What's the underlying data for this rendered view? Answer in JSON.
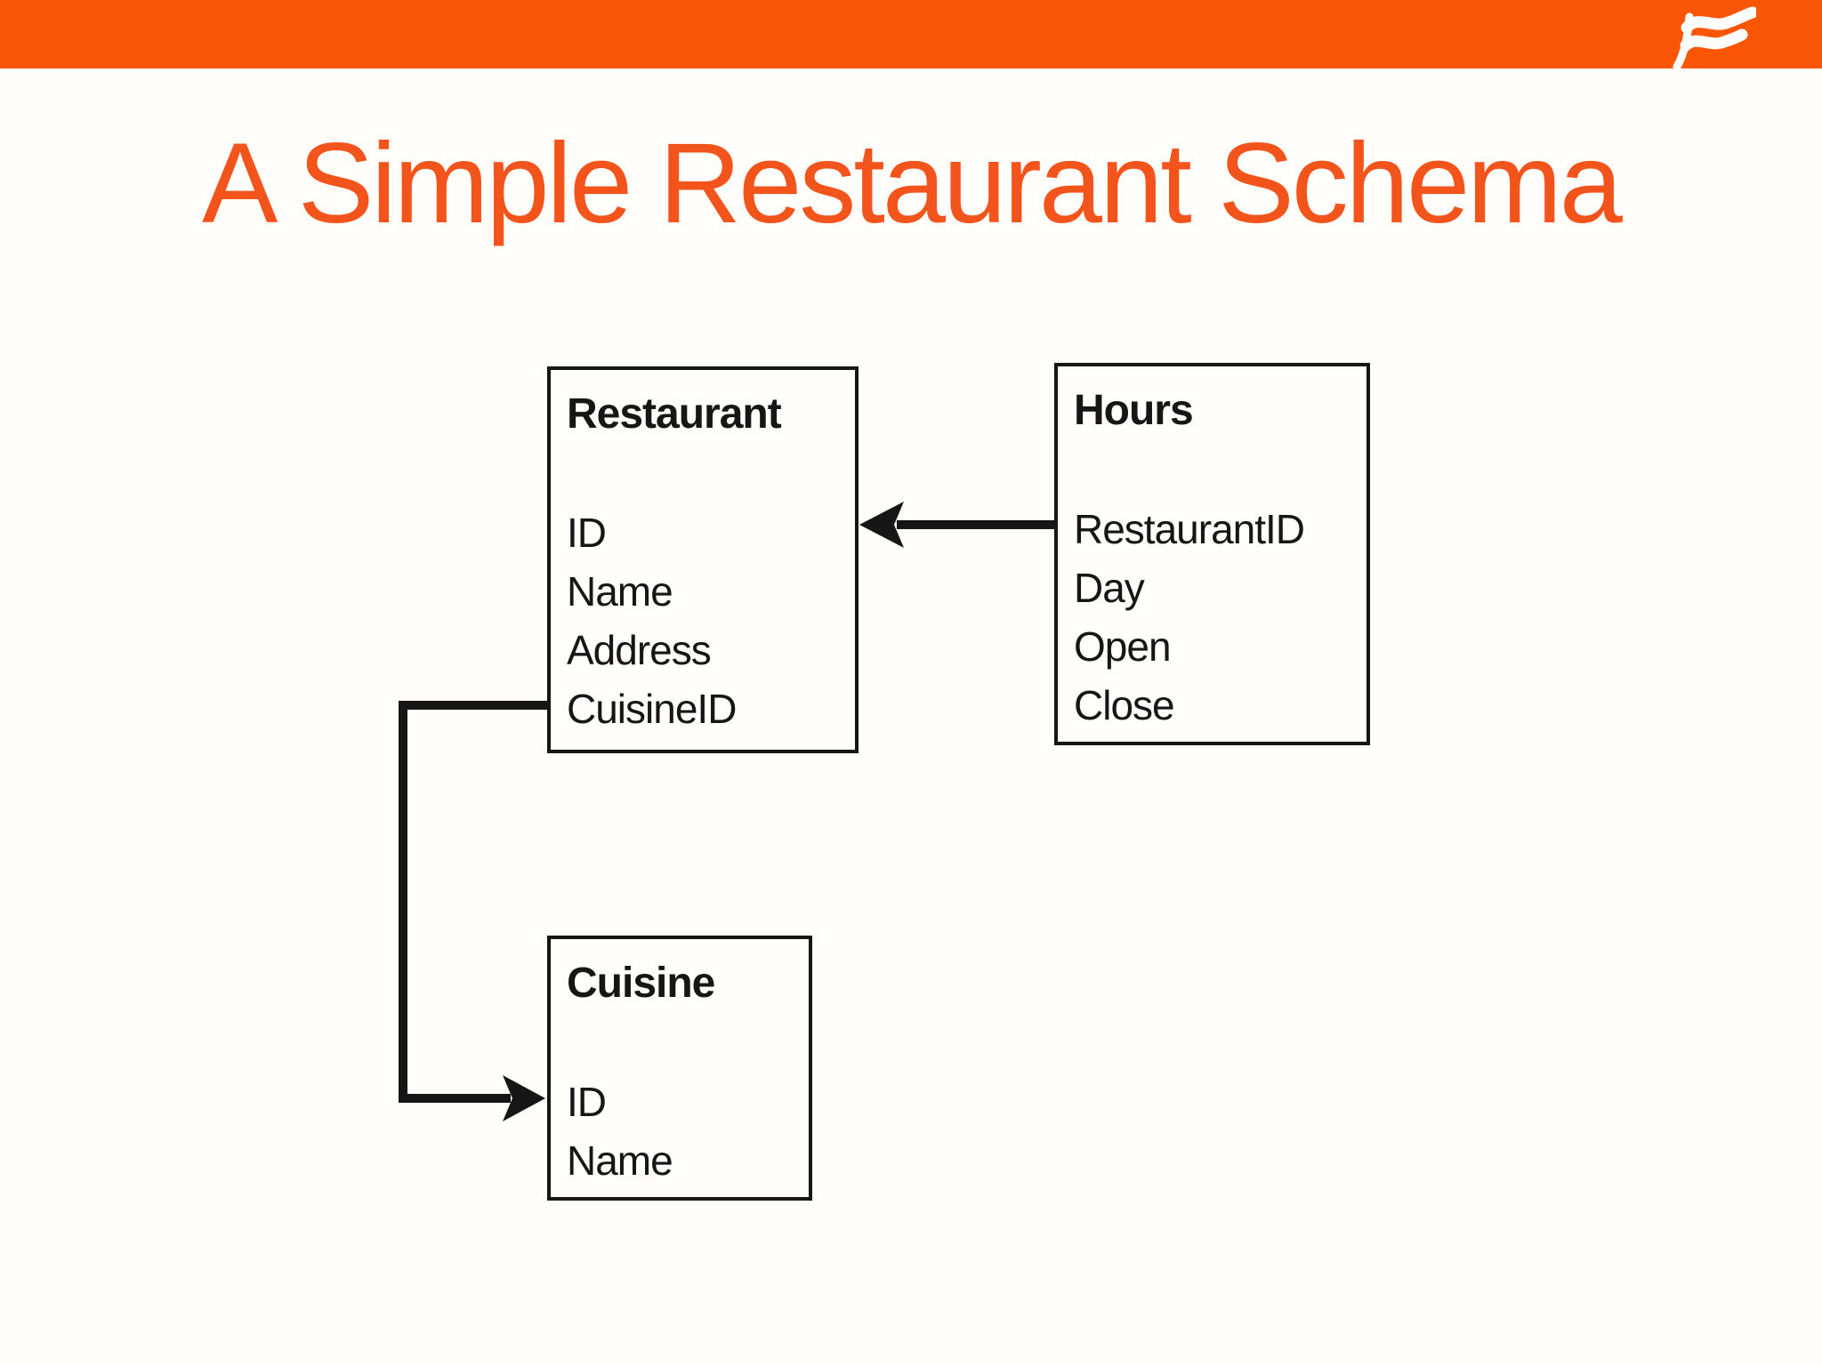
{
  "slide": {
    "title": "A Simple Restaurant Schema",
    "colors": {
      "accent_bar": "#fb5605",
      "title_text": "#f2541c",
      "diagram_ink": "#161616"
    },
    "logo_icon": "flag-wave-logo"
  },
  "diagram": {
    "entities": [
      {
        "name": "Restaurant",
        "fields": [
          "ID",
          "Name",
          "Address",
          "CuisineID"
        ]
      },
      {
        "name": "Hours",
        "fields": [
          "RestaurantID",
          "Day",
          "Open",
          "Close"
        ]
      },
      {
        "name": "Cuisine",
        "fields": [
          "ID",
          "Name"
        ]
      }
    ],
    "relationships": [
      {
        "from_entity": "Hours",
        "from_field": "RestaurantID",
        "to_entity": "Restaurant",
        "to_field": "ID"
      },
      {
        "from_entity": "Restaurant",
        "from_field": "CuisineID",
        "to_entity": "Cuisine",
        "to_field": "ID"
      }
    ]
  }
}
